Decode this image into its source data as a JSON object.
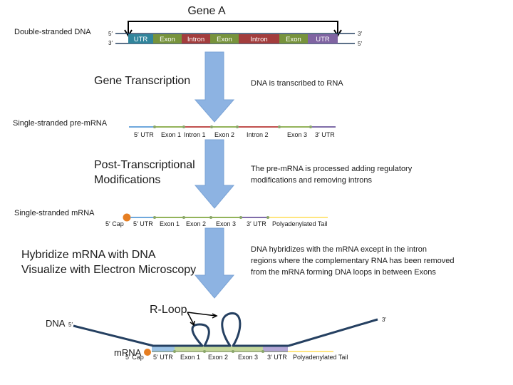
{
  "title": "Gene A",
  "dna_section": {
    "label": "Double-stranded DNA",
    "top_left_end": "5′",
    "bottom_left_end": "3′",
    "top_right_end": "3′",
    "bottom_right_end": "5′",
    "segments": [
      {
        "label": "UTR",
        "color": "#31859c"
      },
      {
        "label": "Exon",
        "color": "#77933c"
      },
      {
        "label": "Intron",
        "color": "#a33d3d"
      },
      {
        "label": "Exon",
        "color": "#77933c"
      },
      {
        "label": "Intron",
        "color": "#a33d3d"
      },
      {
        "label": "Exon",
        "color": "#77933c"
      },
      {
        "label": "UTR",
        "color": "#8064a2"
      }
    ]
  },
  "steps": [
    {
      "title": "Gene Transcription",
      "description": "DNA is transcribed to RNA"
    },
    {
      "title_lines": [
        "Post-Transcriptional",
        "Modifications"
      ],
      "description_lines": [
        "The pre-mRNA is processed adding regulatory",
        "modifications and removing introns"
      ]
    },
    {
      "title_lines": [
        "Hybridize mRNA with DNA",
        "Visualize with Electron Microscopy"
      ],
      "description_lines": [
        "DNA hybridizes with the mRNA except in the intron",
        "regions where the complementary RNA has been removed",
        "from the mRNA forming DNA loops in between Exons"
      ]
    }
  ],
  "pre_mrna": {
    "label": "Single-stranded pre-mRNA",
    "segments": [
      {
        "label": "5′ UTR",
        "color": "#6fa8dc"
      },
      {
        "label": "Exon 1",
        "color": "#93b35a"
      },
      {
        "label": "Intron 1",
        "color": "#c0504d"
      },
      {
        "label": "Exon 2",
        "color": "#93b35a"
      },
      {
        "label": "Intron 2",
        "color": "#c0504d"
      },
      {
        "label": "Exon 3",
        "color": "#93b35a"
      },
      {
        "label": "3′ UTR",
        "color": "#7f6ca8"
      }
    ]
  },
  "mrna": {
    "label": "Single-stranded mRNA",
    "cap_label": "5′ Cap",
    "cap_color": "#e67e22",
    "segments": [
      {
        "label": "5′ UTR",
        "color": "#6fa8dc"
      },
      {
        "label": "Exon 1",
        "color": "#93b35a"
      },
      {
        "label": "Exon 2",
        "color": "#93b35a"
      },
      {
        "label": "Exon 3",
        "color": "#93b35a"
      },
      {
        "label": "3′ UTR",
        "color": "#7f6ca8"
      },
      {
        "label": "Polyadenylated Tail",
        "color": "#ffe680"
      }
    ]
  },
  "hybrid": {
    "dna_label": "DNA",
    "dna_5_end": "5′",
    "dna_3_end": "3′",
    "mrna_label": "mRNA",
    "cap_label": "5′ Cap",
    "rloop_label": "R-Loop",
    "segments": [
      {
        "label": "5′ UTR",
        "color": "#9dc3e6"
      },
      {
        "label": "Exon 1",
        "color": "#c4d79b"
      },
      {
        "label": "Exon 2",
        "color": "#c4d79b"
      },
      {
        "label": "Exon 3",
        "color": "#c4d79b"
      },
      {
        "label": "3′ UTR",
        "color": "#b4a7d6"
      },
      {
        "label": "Polyadenylated Tail",
        "color": "#ffe680"
      }
    ]
  },
  "colors": {
    "arrow": "#8db3e2",
    "dna_strand": "#254061",
    "node": "#8aa66a"
  }
}
